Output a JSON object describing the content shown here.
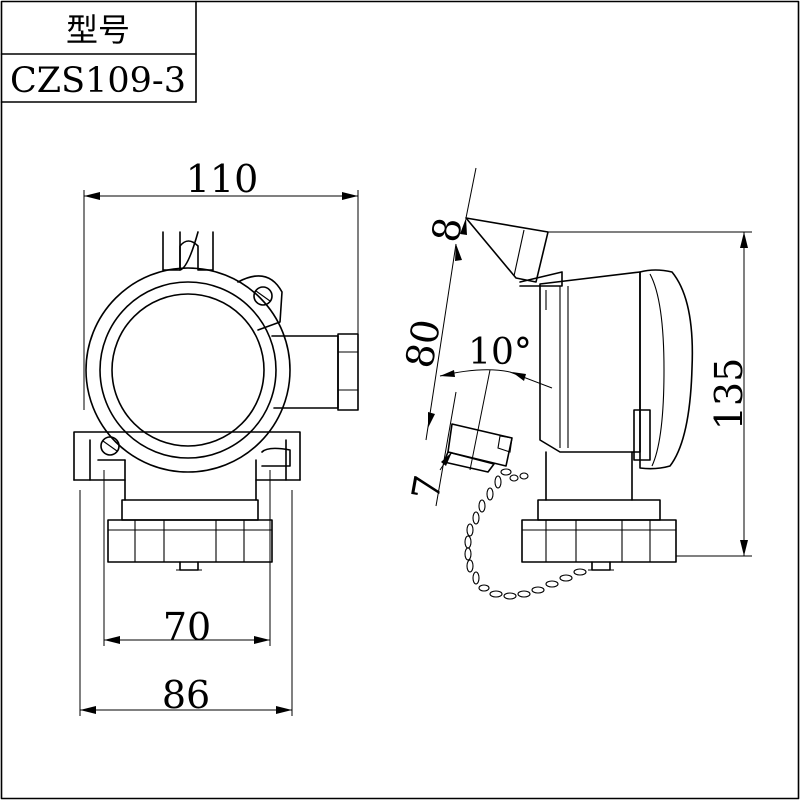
{
  "title_block": {
    "header_label": "型号",
    "model_number": "CZS109-3"
  },
  "dimensions": {
    "overall_width": "110",
    "mount_spacing": "70",
    "base_width": "86",
    "top_offset": "8",
    "body_depth": "80",
    "tilt_angle": "10°",
    "cap_offset": "7",
    "overall_height": "135"
  }
}
